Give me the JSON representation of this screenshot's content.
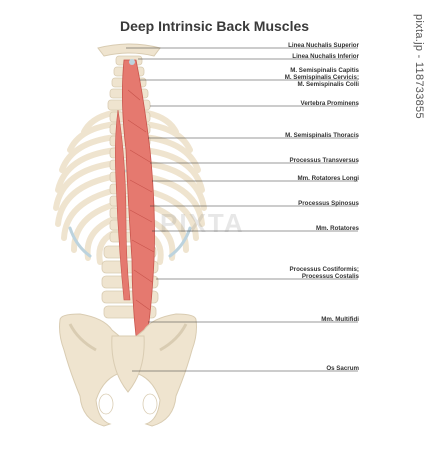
{
  "title": "Deep Intrinsic Back Muscles",
  "watermark_side": "pixta.jp - 118733855",
  "watermark_center": "PIXTA",
  "colors": {
    "bone": "#efe4cf",
    "bone_shade": "#d9ccb2",
    "muscle": "#e5796f",
    "muscle_dark": "#c8544c",
    "cartilage": "#bcd3de",
    "leader": "#333333"
  },
  "labels": [
    {
      "lines": [
        "Linea Nuchalis Superior"
      ]
    },
    {
      "lines": [
        "Linea Nuchalis Inferior"
      ]
    },
    {
      "lines": [
        "M. Semispinalis Capitis",
        "M. Semispinalis Cervicis;",
        "M. Semispinalis Colli"
      ]
    },
    {
      "lines": [
        "Vertebra Prominens"
      ]
    },
    {
      "lines": [
        "M. Semispinalis Thoracis"
      ]
    },
    {
      "lines": [
        "Processus Transversus"
      ]
    },
    {
      "lines": [
        "Mm. Rotatores Longi"
      ]
    },
    {
      "lines": [
        "Processus Spinosus"
      ]
    },
    {
      "lines": [
        "Mm. Rotatores"
      ]
    },
    {
      "lines": [
        "Processus Costiformis;",
        "Processus Costalis"
      ]
    },
    {
      "lines": [
        "Mm. Multifidi"
      ]
    },
    {
      "lines": [
        "Os Sacrum"
      ]
    }
  ]
}
